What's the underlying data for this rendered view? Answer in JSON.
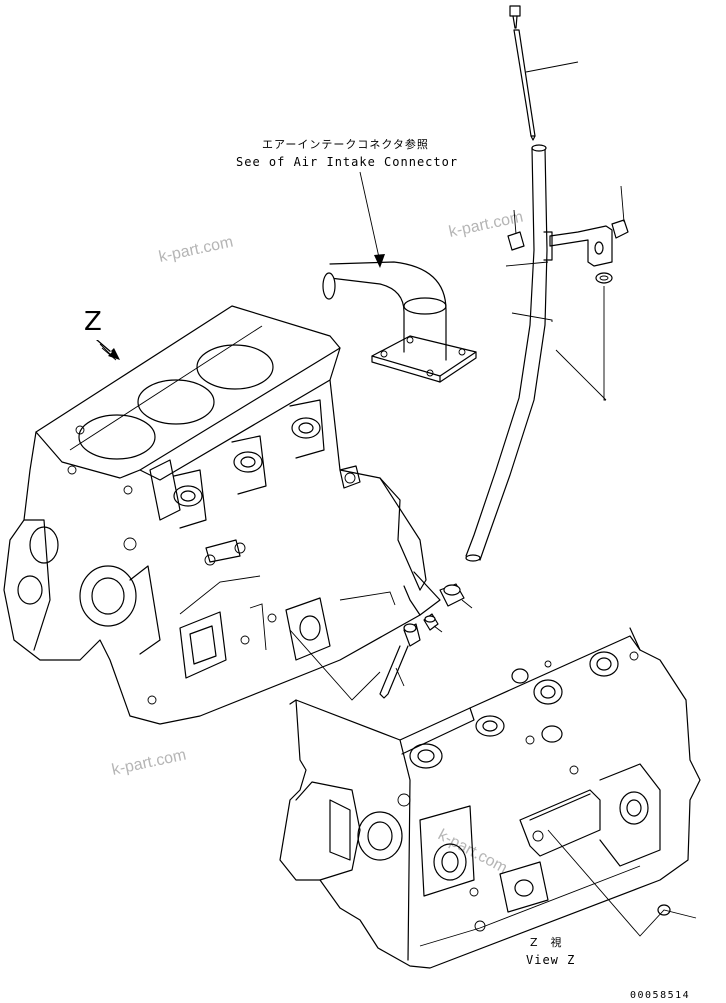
{
  "callout": {
    "jp_text": "エアーインテークコネクタ参照",
    "en_text": "See of Air Intake Connector"
  },
  "view": {
    "marker": "Z",
    "caption_jp": "Z　視",
    "caption_en": "View Z"
  },
  "watermarks": [
    "k-part.com",
    "k-part.com",
    "k-part.com",
    "k-part.com"
  ],
  "reference_number": "00058514"
}
